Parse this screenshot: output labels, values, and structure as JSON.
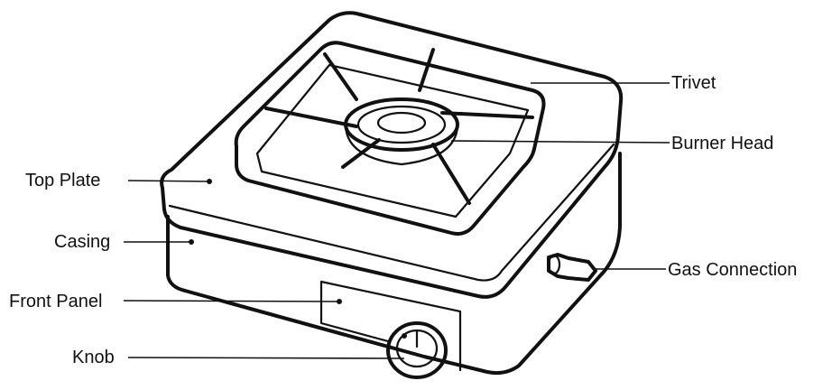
{
  "labels": {
    "trivet": "Trivet",
    "burner_head": "Burner Head",
    "top_plate": "Top Plate",
    "casing": "Casing",
    "gas_connection": "Gas Connection",
    "front_panel": "Front Panel",
    "knob": "Knob"
  },
  "colors": {
    "line": "#111111",
    "background": "#ffffff"
  }
}
